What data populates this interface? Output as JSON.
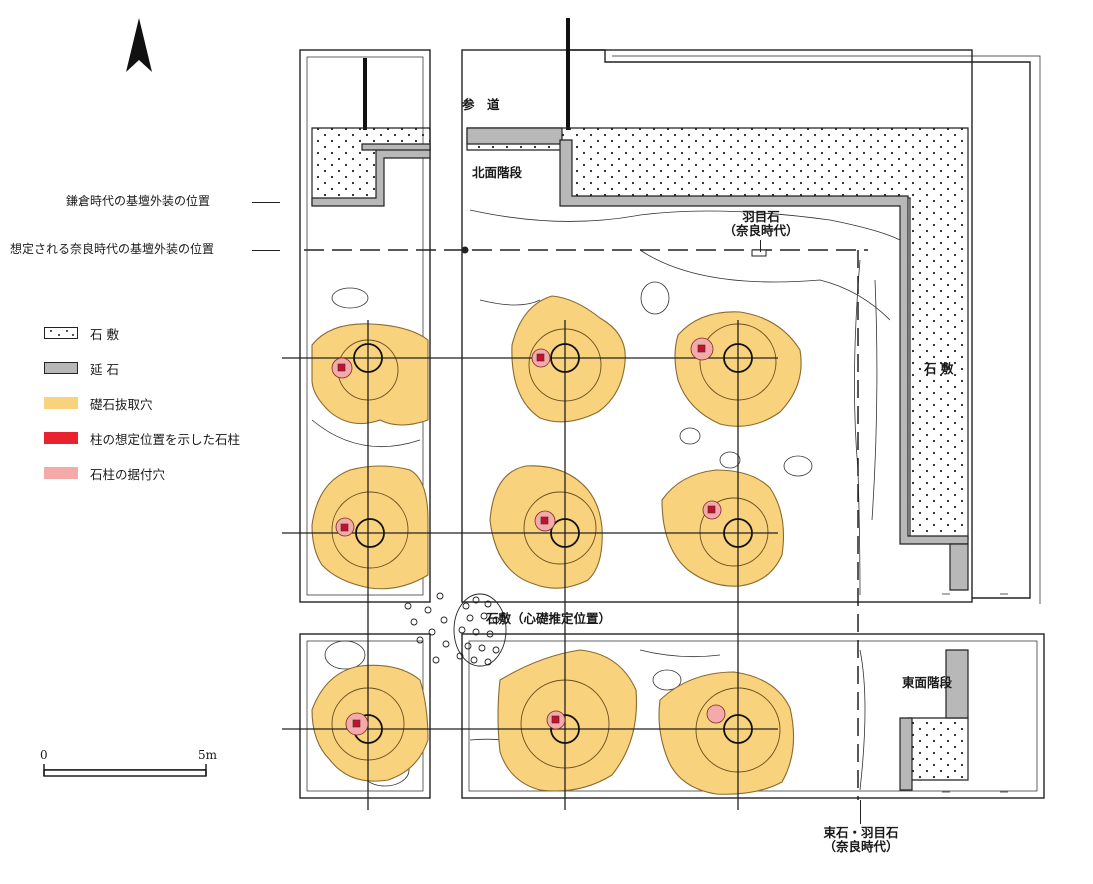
{
  "north_arrow": {
    "icon": "north-arrow-icon"
  },
  "labels": {
    "sando": "参　道",
    "north_stairs": "北面階段",
    "east_stairs": "東面階段",
    "ishijiki_east": "石 敷",
    "center_cornerstone": "石敷（心礎推定位置）",
    "haneme_north_1": "羽目石",
    "haneme_north_2": "（奈良時代）",
    "haneme_east_1": "束石・羽目石",
    "haneme_east_2": "（奈良時代）",
    "kamakura": "鎌倉時代の基壇外装の位置",
    "nara": "想定される奈良時代の基壇外装の位置"
  },
  "legend": [
    {
      "id": "ishijiki",
      "label": "石 敷",
      "color": "#ffffff"
    },
    {
      "id": "nobeishi",
      "label": "延 石",
      "color": "#b8b8b8"
    },
    {
      "id": "soseki_pit",
      "label": "礎石抜取穴",
      "color": "#f8d27c"
    },
    {
      "id": "pillar_stone",
      "label": "柱の想定位置を示した石柱",
      "color": "#e8222e"
    },
    {
      "id": "pillar_socket",
      "label": "石柱の据付穴",
      "color": "#f3aaa8"
    }
  ],
  "scale": {
    "start": "0",
    "end": "5m"
  },
  "colors": {
    "pit": "#f8d27c",
    "pit_stroke": "#8a6a30",
    "pillar": "#c8102e",
    "socket": "#f3aaa8",
    "nobeishi": "#b8b8b8",
    "line": "#222222"
  }
}
